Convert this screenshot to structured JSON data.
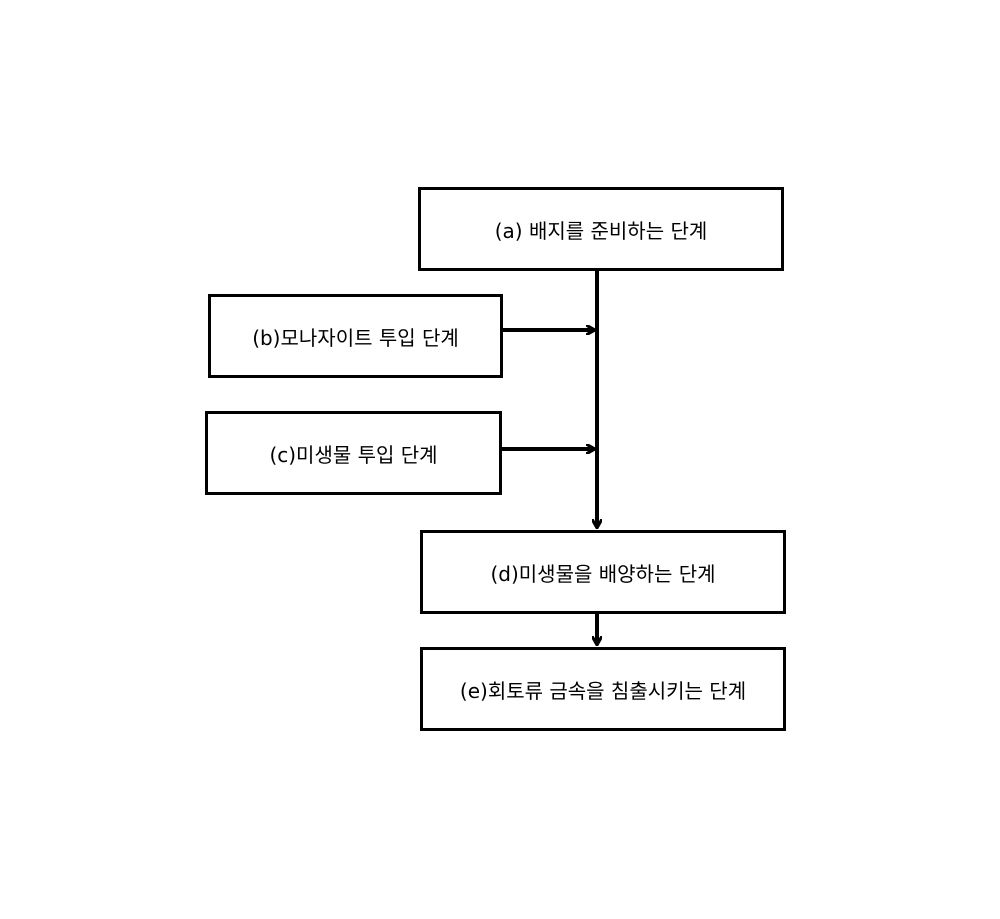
{
  "diagram": {
    "steps": [
      {
        "id": "a",
        "label": "(a) 배지를 준비하는 단계"
      },
      {
        "id": "b",
        "label": "(b)모나자이트 투입 단계"
      },
      {
        "id": "c",
        "label": "(c)미생물 투입 단계"
      },
      {
        "id": "d",
        "label": "(d)미생물을 배양하는 단계"
      },
      {
        "id": "e",
        "label": "(e)회토류 금속을 침출시키는 단계"
      }
    ],
    "connections": [
      {
        "from": "a",
        "to": "d"
      },
      {
        "from": "b",
        "to": "a-d line"
      },
      {
        "from": "c",
        "to": "a-d line"
      },
      {
        "from": "d",
        "to": "e"
      }
    ],
    "line_color": "#000000"
  }
}
